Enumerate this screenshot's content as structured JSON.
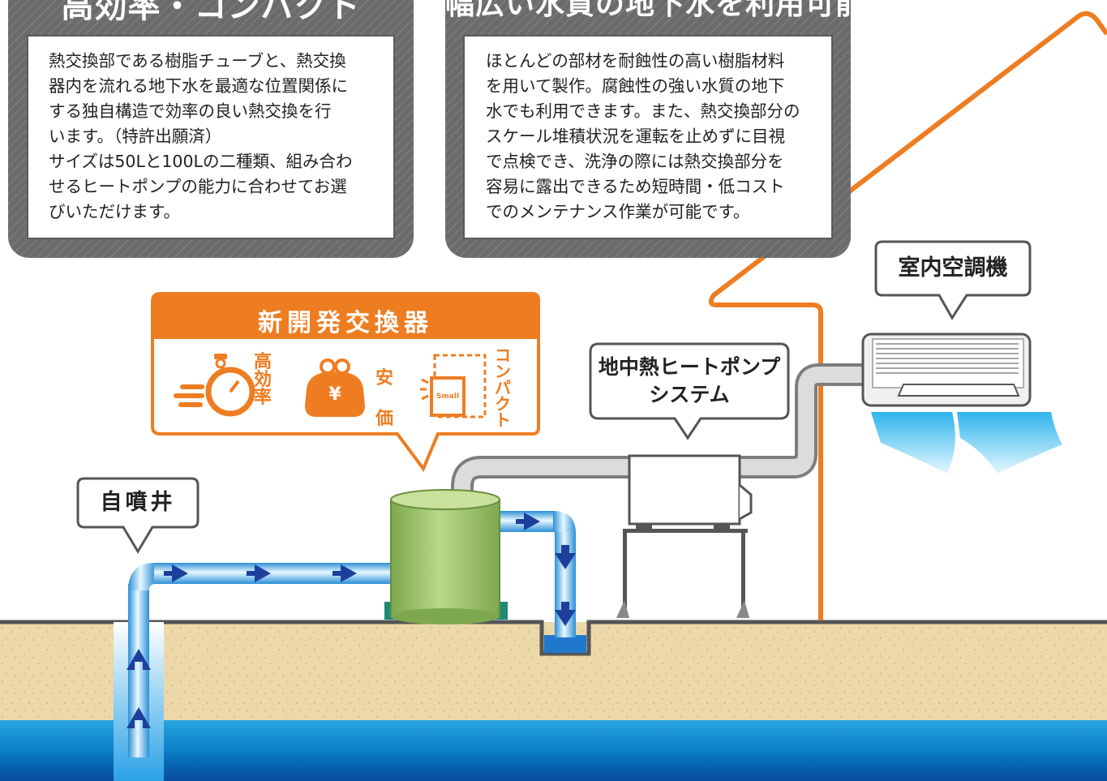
{
  "panels": {
    "left": {
      "title": "高効率・コンパクト",
      "body": "熱交換部である樹脂チューブと、熱交換\n器内を流れる地下水を最適な位置関係に\nする独自構造で効率の良い熱交換を行\nいます。（特許出願済）\nサイズは50Lと100Lの二種類、組み合わ\nせるヒートポンプの能力に合わせてお選\nびいただけます。"
    },
    "right": {
      "title": "幅広い水質の地下水を利用可能",
      "body": "ほとんどの部材を耐蝕性の高い樹脂材料\nを用いて製作。腐蝕性の強い水質の地下\n水でも利用できます。また、熱交換部分の\nスケール堆積状況を運転を止めずに目視\nで点検でき、洗浄の際には熱交換部分を\n容易に露出できるため短時間・低コスト\nでのメンテナンス作業が可能です。"
    }
  },
  "badge": {
    "title": "新開発交換器",
    "features": [
      {
        "label": "高効率",
        "icon": "stopwatch-icon"
      },
      {
        "label": "安価",
        "icon": "coin-purse-icon"
      },
      {
        "label": "コンパクト",
        "icon": "small-box-icon",
        "icon_text": "Small"
      }
    ],
    "purse_symbol": "¥"
  },
  "callouts": {
    "well": "自噴井",
    "heat_pump": "地中熱ヒートポンプ\nシステム",
    "indoor_unit": "室内空調機"
  },
  "colors": {
    "orange": "#ee7d22",
    "panel_gray": "#6d6d6d",
    "sand": "#ecd8a8",
    "groundwater": "#0a7fc8",
    "pipe_blue": "#5cc2ee",
    "tank_green": "#9cc46a",
    "flow_arrow": "#1c3f9c"
  }
}
